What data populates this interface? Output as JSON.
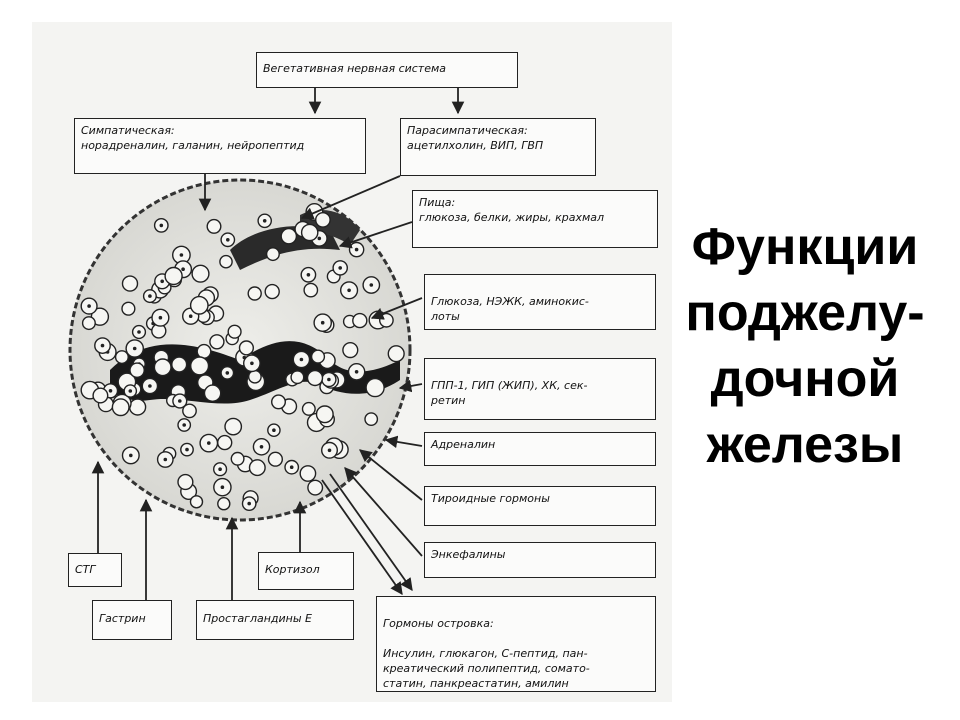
{
  "title": {
    "line1": "Функции",
    "line2": "поджелу-",
    "line3": "дочной",
    "line4": "железы"
  },
  "boxes": {
    "ans": "Вегетативная нервная система",
    "sympathetic": {
      "title": "Симпатическая:",
      "body": "норадреналин, галанин, нейропептид"
    },
    "parasympathetic": {
      "title": "Парасимпатическая:",
      "body": "ацетилхолин, ВИП, ГВП"
    },
    "food": {
      "title": "Пища:",
      "body": "глюкоза, белки, жиры, крахмал"
    },
    "glucose": "Глюкоза, НЭЖК, аминокис-\nлоты",
    "glp": "ГПП-1, ГИП (ЖИП), ХК, сек-\nретин",
    "adrenaline": "Адреналин",
    "thyroid": "Тироидные гормоны",
    "enkephalins": "Энкефалины",
    "islet": {
      "title": "Гормоны островка:",
      "body": "Инсулин, глюкагон, С-пептид, пан-\nкреатический полипептид, соматo-\nстатин, панкреастатин, амилин"
    },
    "stg": "СТГ",
    "gastrin": "Гастрин",
    "prostaglandins": "Простагландины Е",
    "cortisol": "Кортизол"
  },
  "colors": {
    "line": "#222222",
    "panel": "#f4f4f2",
    "cell_dark": "#1a1a1a",
    "cell_light": "#e9e9e6"
  }
}
